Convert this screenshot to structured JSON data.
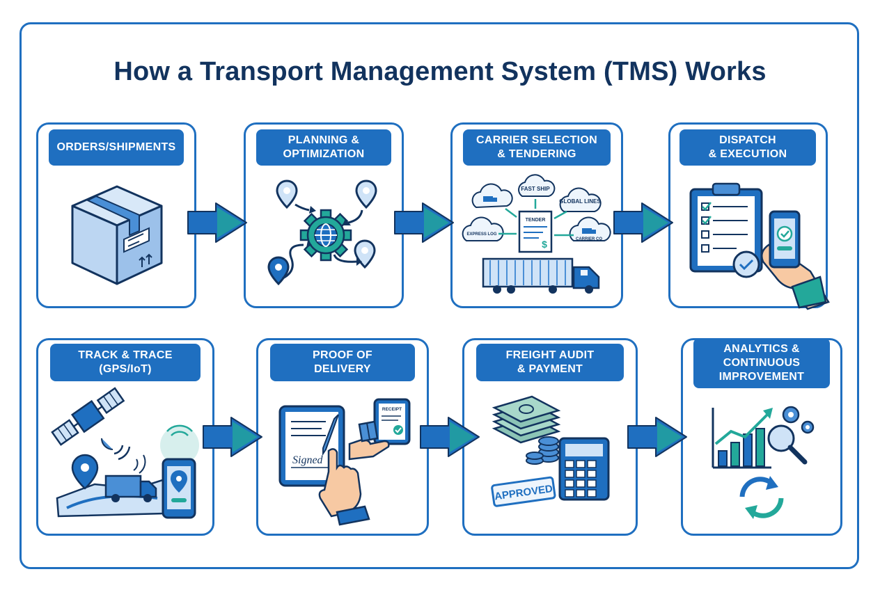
{
  "title": "How a Transport Management System (TMS) Works",
  "colors": {
    "primary": "#1f6fc0",
    "light": "#cfe3f7",
    "teal": "#23a89a",
    "navy": "#12335e"
  },
  "steps": [
    {
      "lines": [
        "ORDERS/SHIPMENTS"
      ],
      "icon": "package-box-icon"
    },
    {
      "lines": [
        "PLANNING &",
        "OPTIMIZATION"
      ],
      "icon": "route-gear-icon"
    },
    {
      "lines": [
        "CARRIER SELECTION",
        "& TENDERING"
      ],
      "icon": "carrier-tender-icon"
    },
    {
      "lines": [
        "DISPATCH",
        "& EXECUTION"
      ],
      "icon": "clipboard-phone-icon"
    },
    {
      "lines": [
        "TRACK & TRACE",
        "(GPS/IoT)"
      ],
      "icon": "satellite-tracking-icon"
    },
    {
      "lines": [
        "PROOF OF",
        "DELIVERY"
      ],
      "icon": "signature-tablet-icon"
    },
    {
      "lines": [
        "FREIGHT AUDIT",
        "& PAYMENT"
      ],
      "icon": "money-calculator-icon"
    },
    {
      "lines": [
        "ANALYTICS &",
        "CONTINUOUS",
        "IMPROVEMENT"
      ],
      "icon": "analytics-chart-icon"
    }
  ],
  "tender": {
    "clouds": [
      "FAST SHIP",
      "GLOBAL LINES",
      "EXPRESS LOG",
      "CARRIER CO"
    ],
    "document": "TENDER"
  },
  "delivery": {
    "signature": "Signed",
    "receipt": "RECEIPT"
  },
  "payment": {
    "stamp": "APPROVED"
  }
}
